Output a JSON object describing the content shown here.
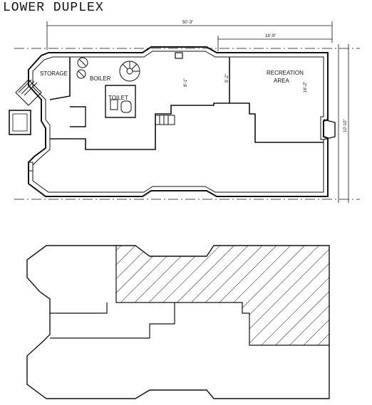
{
  "title": "LOWER DUPLEX",
  "dimensions": {
    "overall_width": "50'-3\"",
    "recreation_width": "18'-9\"",
    "recreation_depth": "16'-2\"",
    "height_1": "8'-1\"",
    "height_2": "9'-2\"",
    "side_dim": "10'-10\""
  },
  "labels": {
    "storage": "STORAGE",
    "boiler": "BOILER",
    "toilet": "TOILET",
    "recreation_line1": "RECREATION",
    "recreation_line2": "AREA"
  },
  "colors": {
    "line": "#111111",
    "background": "#ffffff"
  }
}
